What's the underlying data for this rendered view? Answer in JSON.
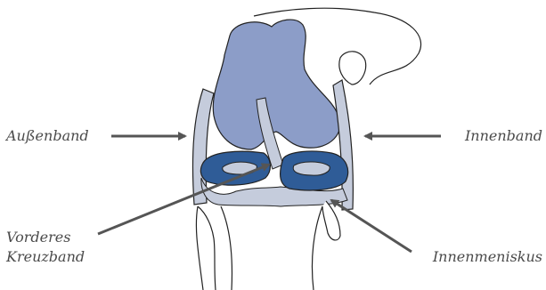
{
  "labels": {
    "outer_ligament": "Außenband",
    "inner_ligament": "Innenband",
    "acl_line1": "Vorderes",
    "acl_line2": "Kreuzband",
    "medial_meniscus": "Innenmeniskus"
  },
  "colors": {
    "femur_fill": "#8c9dc8",
    "ligament_fill": "#c5ccdc",
    "meniscus_fill": "#2f5c97",
    "meniscus_dark": "#244a7d",
    "bone_stroke": "#222222",
    "arrow": "#555555",
    "label_text": "#4a4a4a"
  }
}
